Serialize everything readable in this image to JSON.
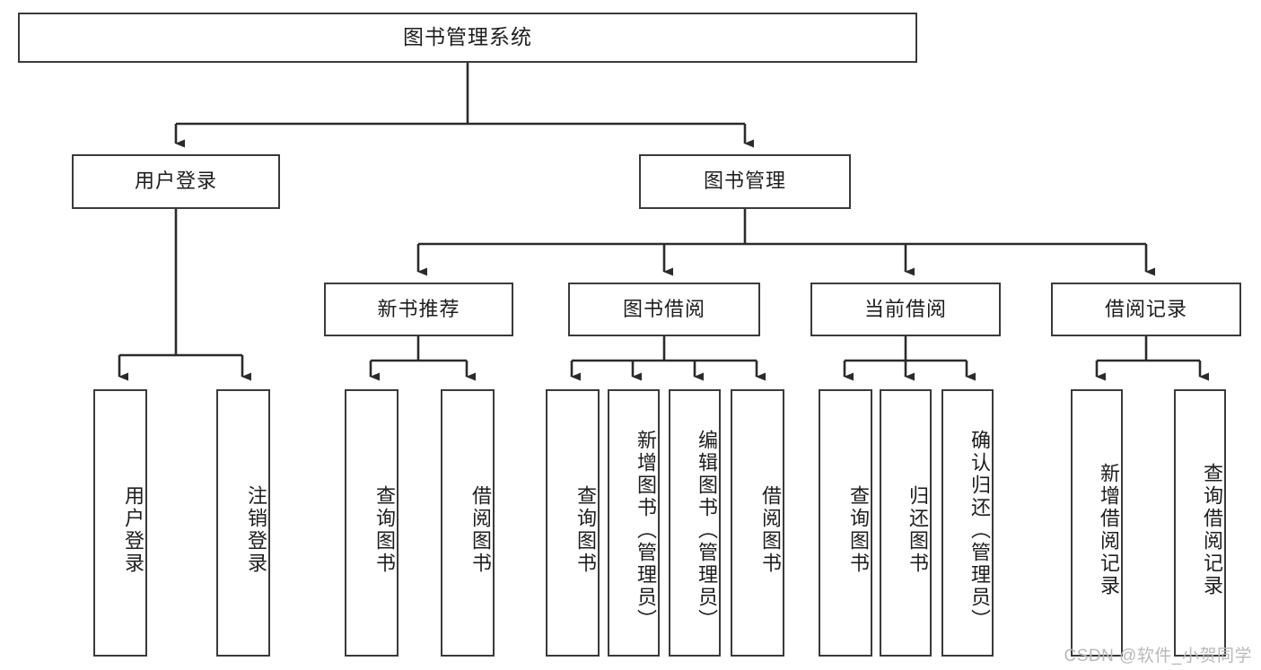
{
  "diagram": {
    "title": "图书管理系统",
    "type": "tree",
    "colors": {
      "box_border": "#3a3a3a",
      "box_fill": "#ffffff",
      "connector": "#2b2b2b",
      "text": "#1d1d1d",
      "watermark": "#b9b9b9",
      "background": "#ffffff"
    },
    "root": {
      "label": "图书管理系统"
    },
    "level2": [
      {
        "label": "用户登录"
      },
      {
        "label": "图书管理"
      }
    ],
    "level3": [
      {
        "label": "新书推荐"
      },
      {
        "label": "图书借阅"
      },
      {
        "label": "当前借阅"
      },
      {
        "label": "借阅记录"
      }
    ],
    "leaves": {
      "user_login": [
        {
          "label": "用户登录"
        },
        {
          "label": "注销登录"
        }
      ],
      "new_book_recommend": [
        {
          "label": "查询图书"
        },
        {
          "label": "借阅图书"
        }
      ],
      "book_borrow": [
        {
          "label": "查询图书"
        },
        {
          "label": "新增图书（管理员）"
        },
        {
          "label": "编辑图书（管理员）"
        },
        {
          "label": "借阅图书"
        }
      ],
      "current_borrow": [
        {
          "label": "查询图书"
        },
        {
          "label": "归还图书"
        },
        {
          "label": "确认归还（管理员）"
        }
      ],
      "borrow_record": [
        {
          "label": "新增借阅记录"
        },
        {
          "label": "查询借阅记录"
        }
      ]
    }
  },
  "watermark": {
    "text": "CSDN @软件_小贺同学"
  }
}
